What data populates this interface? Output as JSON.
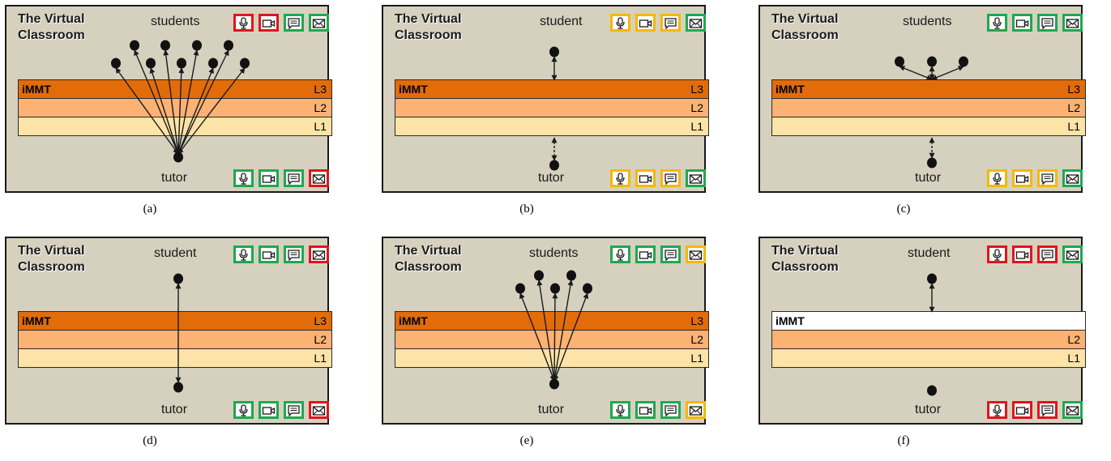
{
  "title": "The Virtual\nClassroom",
  "colors": {
    "green": "#1fa84f",
    "red": "#e0151c",
    "amber": "#f5b800",
    "l3": "#e36c0a",
    "l2": "#fbb272",
    "l1": "#fde3a7"
  },
  "icon_names": [
    "microphone-icon",
    "video-camera-icon",
    "chat-icon",
    "mail-icon"
  ],
  "panels": [
    {
      "caption": "(a)",
      "top_label": "students",
      "bottom_label": "tutor",
      "top_icons": [
        "red",
        "red",
        "green",
        "green"
      ],
      "bottom_icons": [
        "green",
        "green",
        "green",
        "red"
      ],
      "layers": [
        "iMMT",
        "L2",
        "L1"
      ],
      "l3_label": "L3",
      "l3_white": false
    },
    {
      "caption": "(b)",
      "top_label": "student",
      "bottom_label": "tutor",
      "top_icons": [
        "amber",
        "amber",
        "amber",
        "green"
      ],
      "bottom_icons": [
        "amber",
        "amber",
        "amber",
        "green"
      ],
      "layers": [
        "iMMT",
        "L2",
        "L1"
      ],
      "l3_label": "L3",
      "l3_white": false
    },
    {
      "caption": "(c)",
      "top_label": "students",
      "bottom_label": "tutor",
      "top_icons": [
        "green",
        "green",
        "green",
        "green"
      ],
      "bottom_icons": [
        "amber",
        "amber",
        "amber",
        "green"
      ],
      "layers": [
        "iMMT",
        "L2",
        "L1"
      ],
      "l3_label": "L3",
      "l3_white": false
    },
    {
      "caption": "(d)",
      "top_label": "student",
      "bottom_label": "tutor",
      "top_icons": [
        "green",
        "green",
        "green",
        "red"
      ],
      "bottom_icons": [
        "green",
        "green",
        "green",
        "red"
      ],
      "layers": [
        "iMMT",
        "L2",
        "L1"
      ],
      "l3_label": "L3",
      "l3_white": false
    },
    {
      "caption": "(e)",
      "top_label": "students",
      "bottom_label": "tutor",
      "top_icons": [
        "green",
        "green",
        "green",
        "amber"
      ],
      "bottom_icons": [
        "green",
        "green",
        "green",
        "amber"
      ],
      "layers": [
        "iMMT",
        "L2",
        "L1"
      ],
      "l3_label": "L3",
      "l3_white": false
    },
    {
      "caption": "(f)",
      "top_label": "student",
      "bottom_label": "tutor",
      "top_icons": [
        "red",
        "red",
        "red",
        "green"
      ],
      "bottom_icons": [
        "red",
        "red",
        "red",
        "green"
      ],
      "layers": [
        "iMMT",
        "L2",
        "L1"
      ],
      "l3_label": "",
      "l3_white": true
    }
  ]
}
